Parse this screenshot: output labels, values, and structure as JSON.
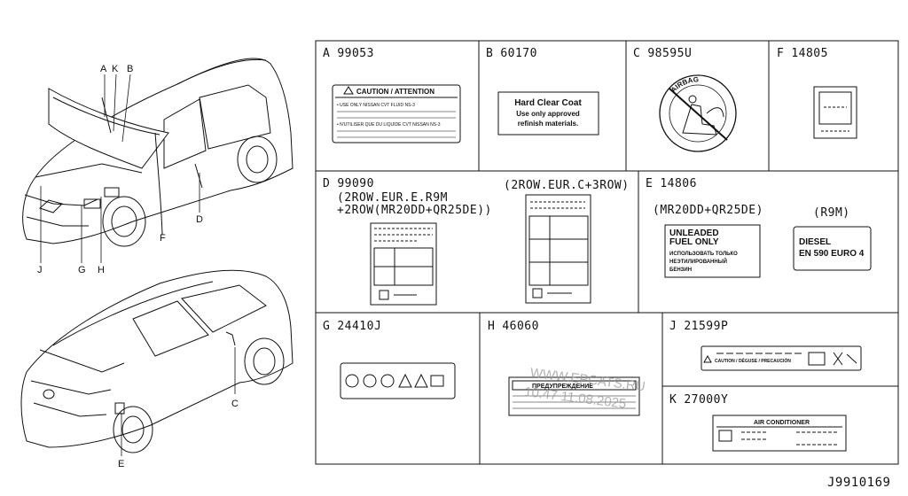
{
  "panels": {
    "A": {
      "letter": "A",
      "part": "99053",
      "caution_title": "CAUTION / ATTENTION",
      "line1": "• USE ONLY NISSAN CVT FLUID NS-3",
      "line2": "• N'UTILISER QUE DU LIQUIDE CVT NISSAN NS-3"
    },
    "B": {
      "letter": "B",
      "part": "60170",
      "l1": "Hard Clear Coat",
      "l2": "Use only approved",
      "l3": "refinish materials."
    },
    "C": {
      "letter": "C",
      "part": "98595U",
      "arc": "AIRBAG"
    },
    "F": {
      "letter": "F",
      "part": "14805"
    },
    "D": {
      "letter": "D",
      "part": "99090",
      "v1": "(2ROW.EUR.E.R9M",
      "v2": "+2ROW(MR20DD+QR25DE))",
      "v3": "(2ROW.EUR.C+3ROW)"
    },
    "E": {
      "letter": "E",
      "part": "14806",
      "v1": "(MR20DD+QR25DE)",
      "v2": "(R9M)",
      "u1": "UNLEADED",
      "u2": "FUEL ONLY",
      "u3": "ИСПОЛЬЗОВАТЬ ТОЛЬКО",
      "u4": "НЕЭТИЛИРОВАННЫЙ",
      "u5": "БЕНЗИН",
      "d1": "DIESEL",
      "d2": "EN 590 EURO 4"
    },
    "G": {
      "letter": "G",
      "part": "24410J"
    },
    "H": {
      "letter": "H",
      "part": "46060",
      "warn": "ПРЕДУПРЕЖДЕНИЕ"
    },
    "J": {
      "letter": "J",
      "part": "21599P",
      "caution": "CAUTION / DÉGUSE / PRECAUCIÓN"
    },
    "K": {
      "letter": "K",
      "part": "27000Y",
      "title": "AIR CONDITIONER"
    }
  },
  "callouts": {
    "A": "A",
    "K": "K",
    "B": "B",
    "D": "D",
    "F": "F",
    "J": "J",
    "G": "G",
    "H": "H",
    "C": "C",
    "E": "E"
  },
  "watermark": {
    "l1": "WWW.EPCATS.RU",
    "l2": "10.47  11.08.2025"
  },
  "figure_id": "J9910169"
}
